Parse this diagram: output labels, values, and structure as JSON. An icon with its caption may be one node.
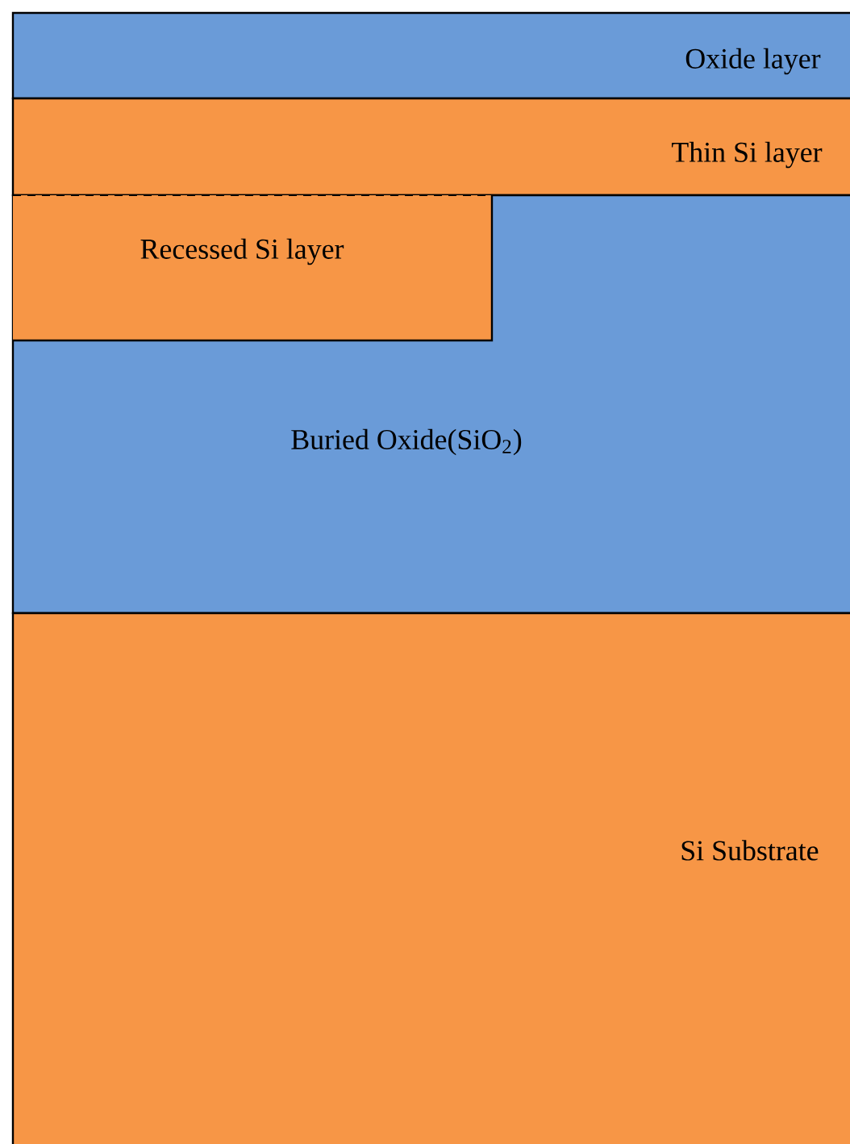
{
  "diagram": {
    "nodes": [
      {
        "text": [
          "Oxide layer"
        ]
      },
      {
        "text": [
          "Thin Si layer"
        ]
      },
      {
        "text": [
          "Recessed Si layer"
        ],
        "in": 3
      },
      {
        "text": [
          "Buried Oxide(SiO$_{2}$)"
        ]
      },
      {
        "text": [
          "Si Substrate"
        ]
      }
    ]
  }
}
